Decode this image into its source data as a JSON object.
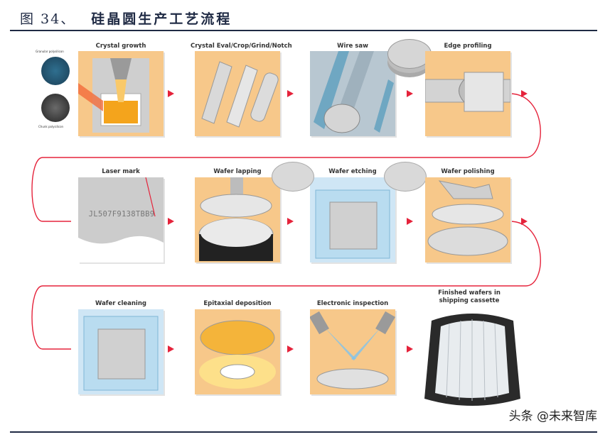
{
  "header": {
    "figure_label": "图 34、",
    "title": "硅晶圆生产工艺流程"
  },
  "steps": [
    {
      "label": "Crystal growth"
    },
    {
      "label": "Crystal Eval/Crop/Grind/Notch"
    },
    {
      "label": "Wire saw"
    },
    {
      "label": "Edge profiling"
    },
    {
      "label": "Laser mark"
    },
    {
      "label": "Wafer lapping"
    },
    {
      "label": "Wafer etching"
    },
    {
      "label": "Wafer polishing"
    },
    {
      "label": "Wafer cleaning"
    },
    {
      "label": "Epitaxial deposition"
    },
    {
      "label": "Electronic inspection"
    },
    {
      "label": "Finished wafers in",
      "label2": "shipping cassette"
    }
  ],
  "insets": {
    "granular": "Granular polysilicon",
    "chunk": "Chunk polysilicon"
  },
  "laser_code": "JL507F9138TBB9",
  "watermark": "头条 @未来智库",
  "colors": {
    "flow": "#e5233b",
    "card": "#f7c88a",
    "navy": "#1f2a44"
  }
}
